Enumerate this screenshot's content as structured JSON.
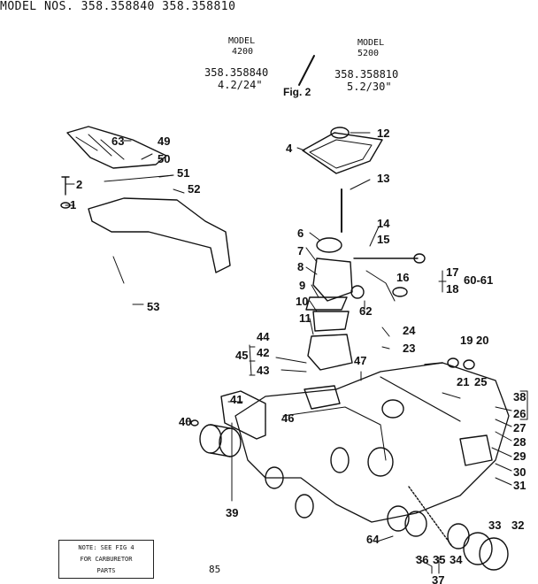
{
  "header": {
    "model_nos": "MODEL NOS. 358.358840 358.358810"
  },
  "models": {
    "left": {
      "label": "MODEL",
      "number": "4200",
      "part": "358.358840",
      "size": "4.2/24\""
    },
    "right": {
      "label": "MODEL",
      "number": "5200",
      "part": "358.358810",
      "size": "5.2/30\""
    },
    "figure": "Fig. 2"
  },
  "note": {
    "line1": "NOTE: SEE FIG 4",
    "line2": "FOR CARBURETOR",
    "line3": "PARTS"
  },
  "page_number": "85",
  "callouts": [
    "1",
    "2",
    "4",
    "6",
    "7",
    "8",
    "9",
    "10",
    "11",
    "12",
    "13",
    "14",
    "15",
    "16",
    "17",
    "18",
    "19",
    "20",
    "21",
    "23",
    "24",
    "25",
    "26",
    "27",
    "28",
    "29",
    "30",
    "31",
    "32",
    "33",
    "34",
    "35",
    "36",
    "37",
    "38",
    "39",
    "40",
    "41",
    "42",
    "43",
    "44",
    "45",
    "46",
    "47",
    "49",
    "50",
    "51",
    "52",
    "53",
    "60-61",
    "62",
    "63",
    "64"
  ]
}
